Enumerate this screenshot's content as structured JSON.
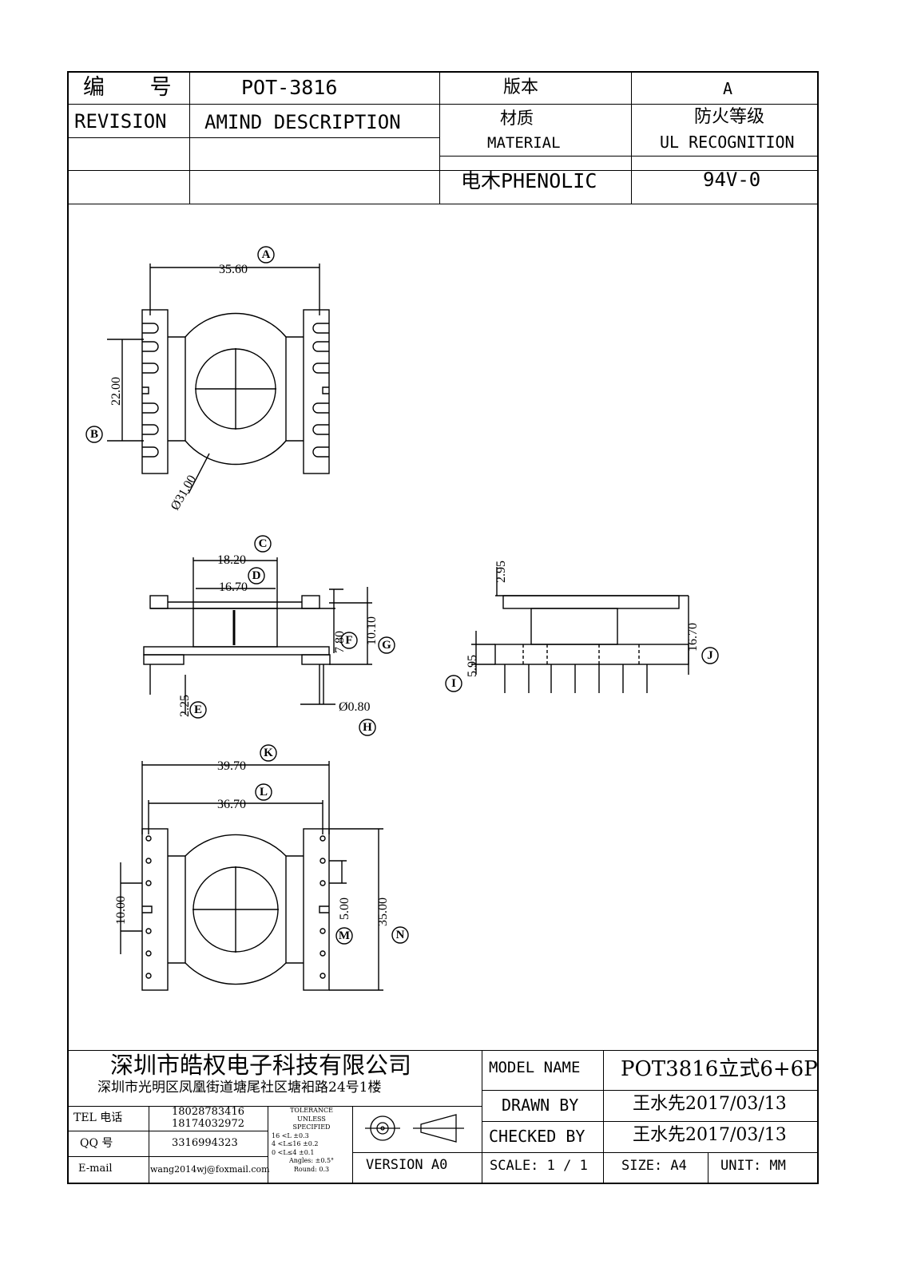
{
  "header": {
    "number_label": "编 号",
    "number_value": "POT-3816",
    "version_label": "版本",
    "version_value": "A",
    "revision_label": "REVISION",
    "amind_label": "AMIND DESCRIPTION",
    "material_label_cn": "材质",
    "material_label_en": "MATERIAL",
    "ul_label_cn": "防火等级",
    "ul_label_en": "UL RECOGNITION",
    "material_value": "电木PHENOLIC",
    "ul_value": "94V-0"
  },
  "drawing": {
    "markers": [
      "A",
      "B",
      "C",
      "D",
      "E",
      "F",
      "G",
      "H",
      "I",
      "J",
      "K",
      "L",
      "M",
      "N"
    ],
    "dims": {
      "A": "35.60",
      "B": "22.00",
      "dia": "Ø31.00",
      "C": "18.20",
      "D": "16.70",
      "F": "7.80",
      "G": "10.10",
      "E": "2.25",
      "H": "Ø0.80",
      "side_top": "2.95",
      "I": "5.95",
      "J": "16.70",
      "K": "39.70",
      "L": "36.70",
      "left_pitch": "10.00",
      "M": "5.00",
      "N": "35.00"
    }
  },
  "titleblock": {
    "company": "深圳市皓权电子科技有限公司",
    "address": "深圳市光明区凤凰街道塘尾社区塘衵路24号1楼",
    "tel_label": "TEL 电话",
    "tel_1": "18028783416",
    "tel_2": "18174032972",
    "qq_label": "QQ  号",
    "qq_value": "3316994323",
    "email_label": "E-mail",
    "email_value": "wang2014wj@foxmail.com",
    "tolerance": [
      "TOLERANCE",
      "UNLESS",
      "SPECIFIED",
      "16 <L      ±0.3",
      "4 <L≤16    ±0.2",
      "0 <L≤4     ±0.1",
      "Angles: ±0.5°",
      "Round: 0.3"
    ],
    "version": "VERSION A0",
    "model_label": "MODEL NAME",
    "model_value": "POT3816立式6+6P",
    "drawn_label": "DRAWN BY",
    "drawn_value": "王水先2017/03/13",
    "checked_label": "CHECKED BY",
    "checked_value": "王水先2017/03/13",
    "scale": "SCALE: 1 / 1",
    "size": "SIZE: A4",
    "unit": "UNIT: MM"
  }
}
